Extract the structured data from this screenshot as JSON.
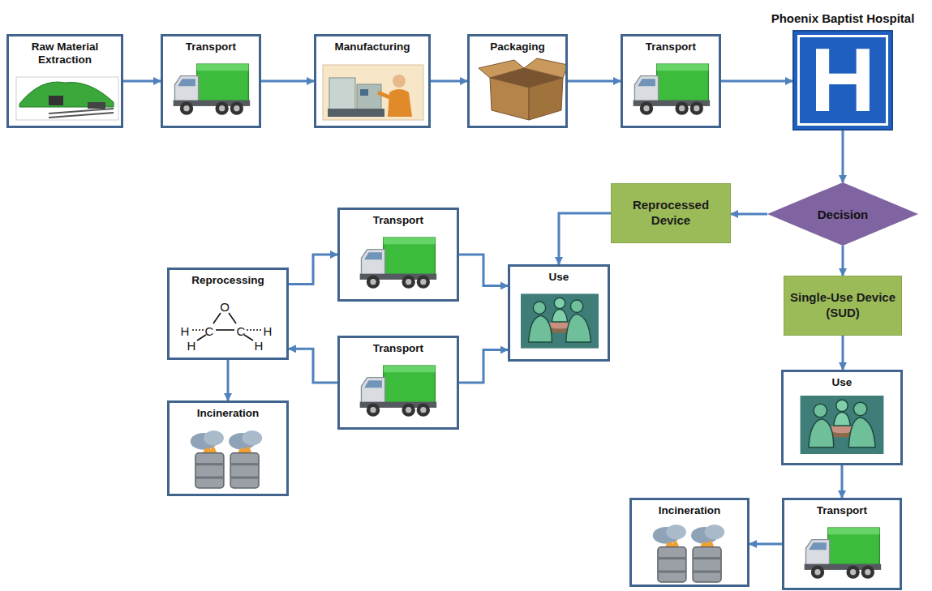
{
  "diagram": {
    "nodes": [
      {
        "text": [
          "Raw Material Extraction"
        ]
      },
      {
        "text": [
          "Transport"
        ]
      },
      {
        "text": [
          "Manufacturing"
        ]
      },
      {
        "text": [
          "Packaging"
        ]
      },
      {
        "text": [
          "Transport"
        ]
      },
      {
        "text": [
          "Phoenix Baptist Hospital",
          "H"
        ]
      },
      {
        "text": [
          "Decision"
        ]
      },
      {
        "text": [
          "Reprocessed Device"
        ]
      },
      {
        "text": [
          "Single-Use Device (SUD)"
        ]
      },
      {
        "text": [
          "Use"
        ]
      },
      {
        "text": [
          "Transport"
        ]
      },
      {
        "text": [
          "Incineration"
        ]
      },
      {
        "text": [
          "Use"
        ]
      },
      {
        "text": [
          "Transport"
        ]
      },
      {
        "text": [
          "Transport"
        ]
      },
      {
        "text": [
          "Reprocessing"
        ]
      },
      {
        "text": [
          "Incineration"
        ]
      }
    ],
    "edges": [
      {
        "from": 0,
        "to": 1,
        "arrow": "to"
      },
      {
        "from": 1,
        "to": 2,
        "arrow": "to"
      },
      {
        "from": 2,
        "to": 3,
        "arrow": "to"
      },
      {
        "from": 3,
        "to": 4,
        "arrow": "to"
      },
      {
        "from": 4,
        "to": 5,
        "arrow": "to"
      },
      {
        "from": 5,
        "to": 6,
        "arrow": "to"
      },
      {
        "from": 6,
        "to": 7,
        "arrow": "to"
      },
      {
        "from": 6,
        "to": 8,
        "arrow": "to"
      },
      {
        "from": 7,
        "to": 12,
        "arrow": "to"
      },
      {
        "from": 8,
        "to": 9,
        "arrow": "to"
      },
      {
        "from": 9,
        "to": 10,
        "arrow": "to"
      },
      {
        "from": 10,
        "to": 11,
        "arrow": "to"
      },
      {
        "from": 15,
        "to": 13,
        "arrow": "to"
      },
      {
        "from": 13,
        "to": 12,
        "arrow": "to"
      },
      {
        "from": 14,
        "to": 15,
        "arrow": "to"
      },
      {
        "from": 14,
        "to": 12,
        "arrow": "to"
      },
      {
        "from": 15,
        "to": 16,
        "arrow": "to"
      }
    ],
    "labels": [
      "O",
      "H",
      "C",
      "C",
      "H",
      "H",
      "H"
    ]
  }
}
